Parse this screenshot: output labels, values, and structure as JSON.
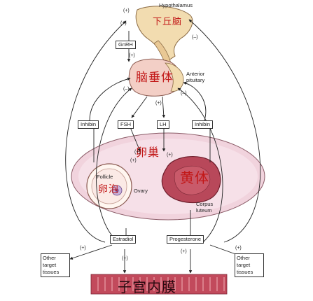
{
  "labels": {
    "hypothalamus": "Hypothalamus",
    "hypothalamus_cn": "下丘脑",
    "gnrh": "GnRH",
    "pituitary_cn": "脑垂体",
    "anterior_pituitary": "Anterior pituitary",
    "inhibin_left": "Inhibin",
    "fsh": "FSH",
    "lh": "LH",
    "inhibin_right": "Inhibin",
    "ovary_cn": "卵巢",
    "follicle": "Follicle",
    "follicle_cn": "卵泡",
    "ovary": "Ovary",
    "corpus_luteum_cn": "黄体",
    "corpus_luteum": "Corpus luteum",
    "estradiol": "Estradiol",
    "progesterone": "Progesterone",
    "other_targets_left": "Other target tissues",
    "other_targets_right": "Other target tissues",
    "endometrium_cn": "子宫内膜"
  },
  "signs": {
    "plus": "(+)",
    "minus": "(–)"
  },
  "colors": {
    "pituitary_fill": "#f2dcb0",
    "pituitary_pink": "#f3cfc6",
    "ovary_fill": "#f1d3dd",
    "ovary_inner": "#fbeef3",
    "corpus_luteum": "#b8485a",
    "endometrium": "#c24a5c",
    "chinese_text": "#c21818"
  }
}
